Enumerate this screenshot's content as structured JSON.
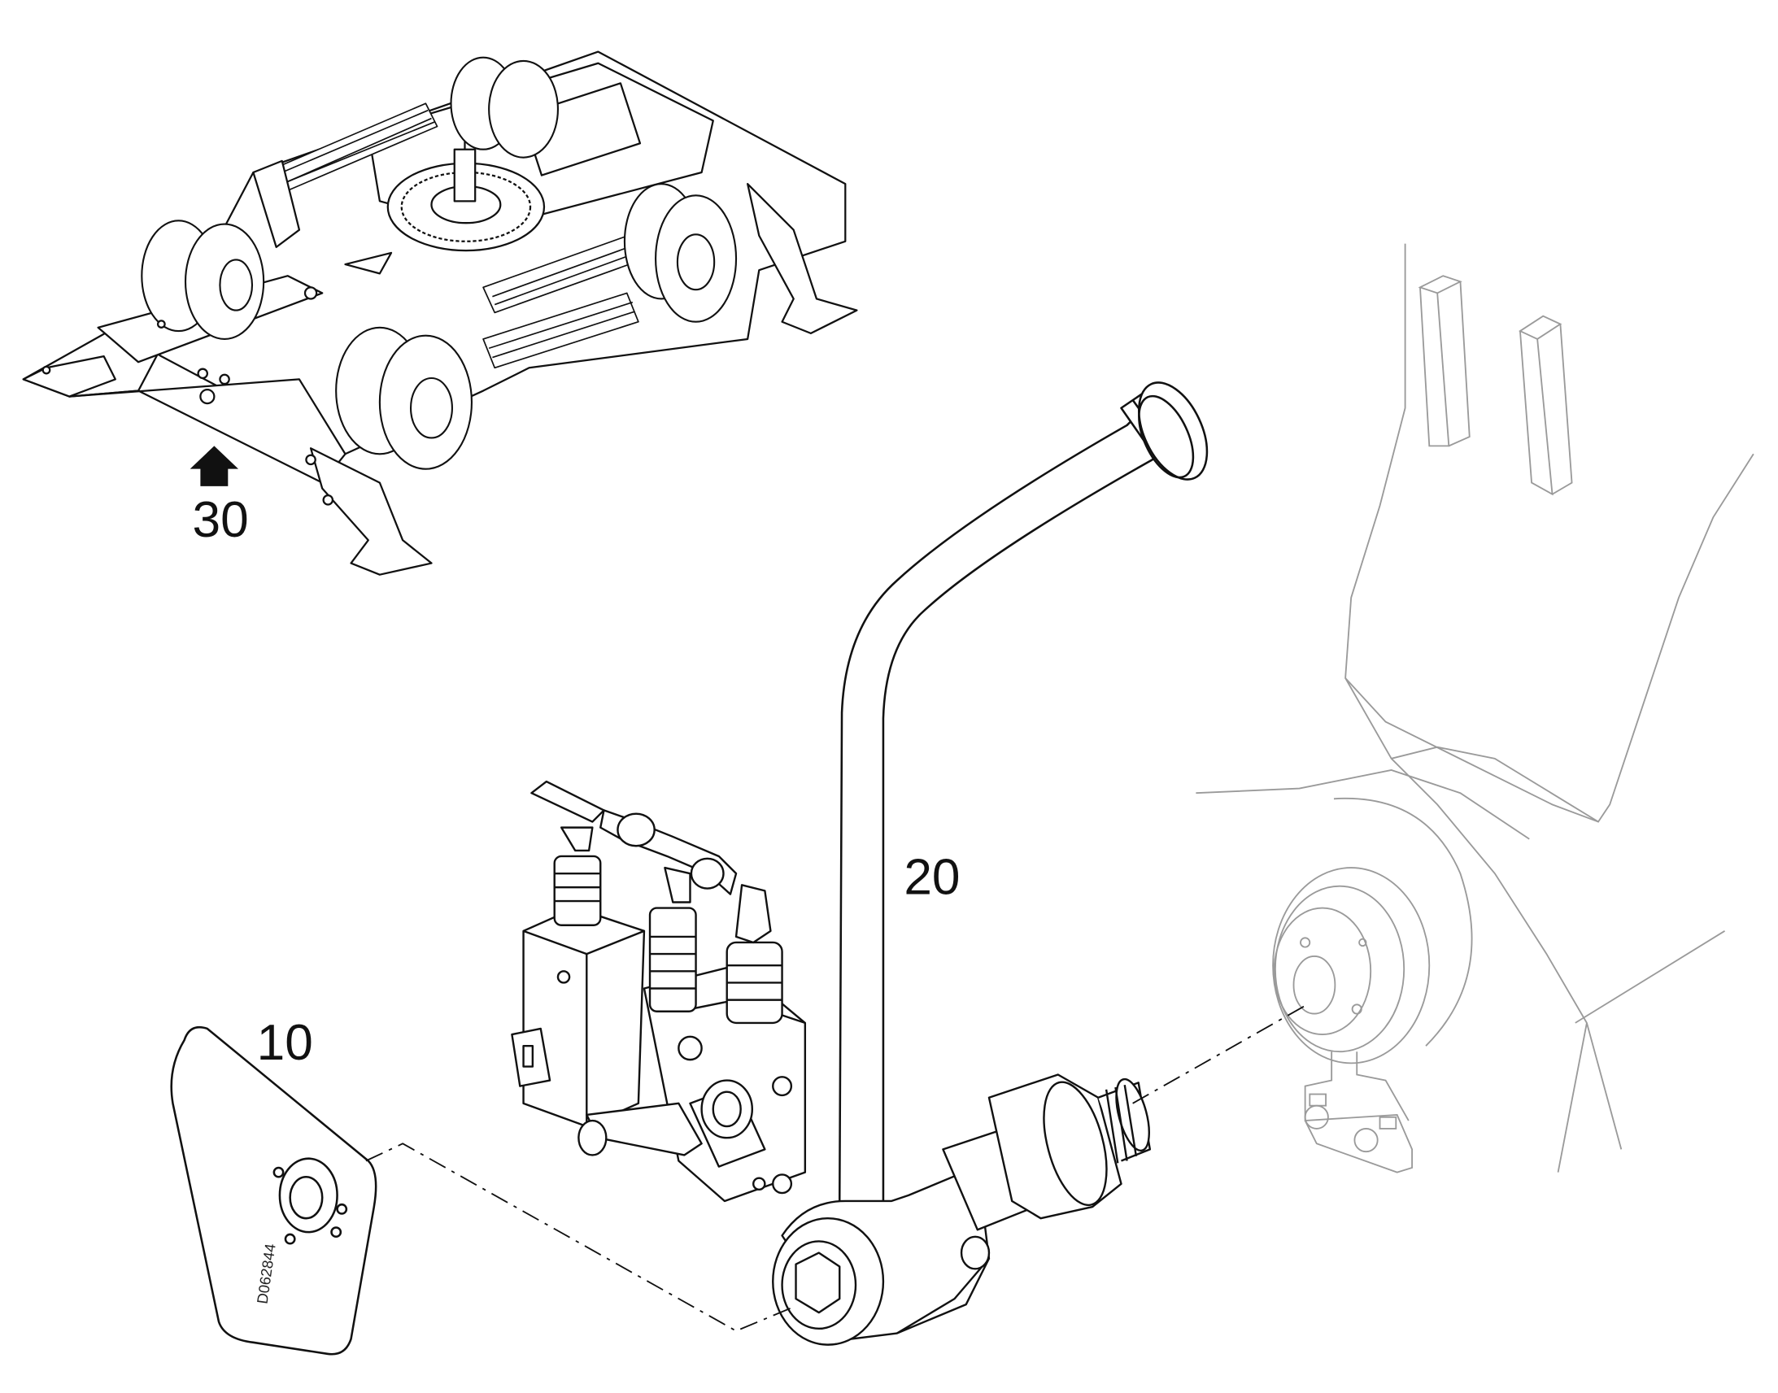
{
  "callouts": {
    "c30": "30",
    "c20": "20",
    "c10": "10"
  },
  "plate_part_number": "D062844",
  "colors": {
    "ink": "#111111",
    "ghost": "#9a9a9a",
    "paper": "#ffffff"
  },
  "icons": {
    "view_arrow": "up-arrow-icon"
  }
}
